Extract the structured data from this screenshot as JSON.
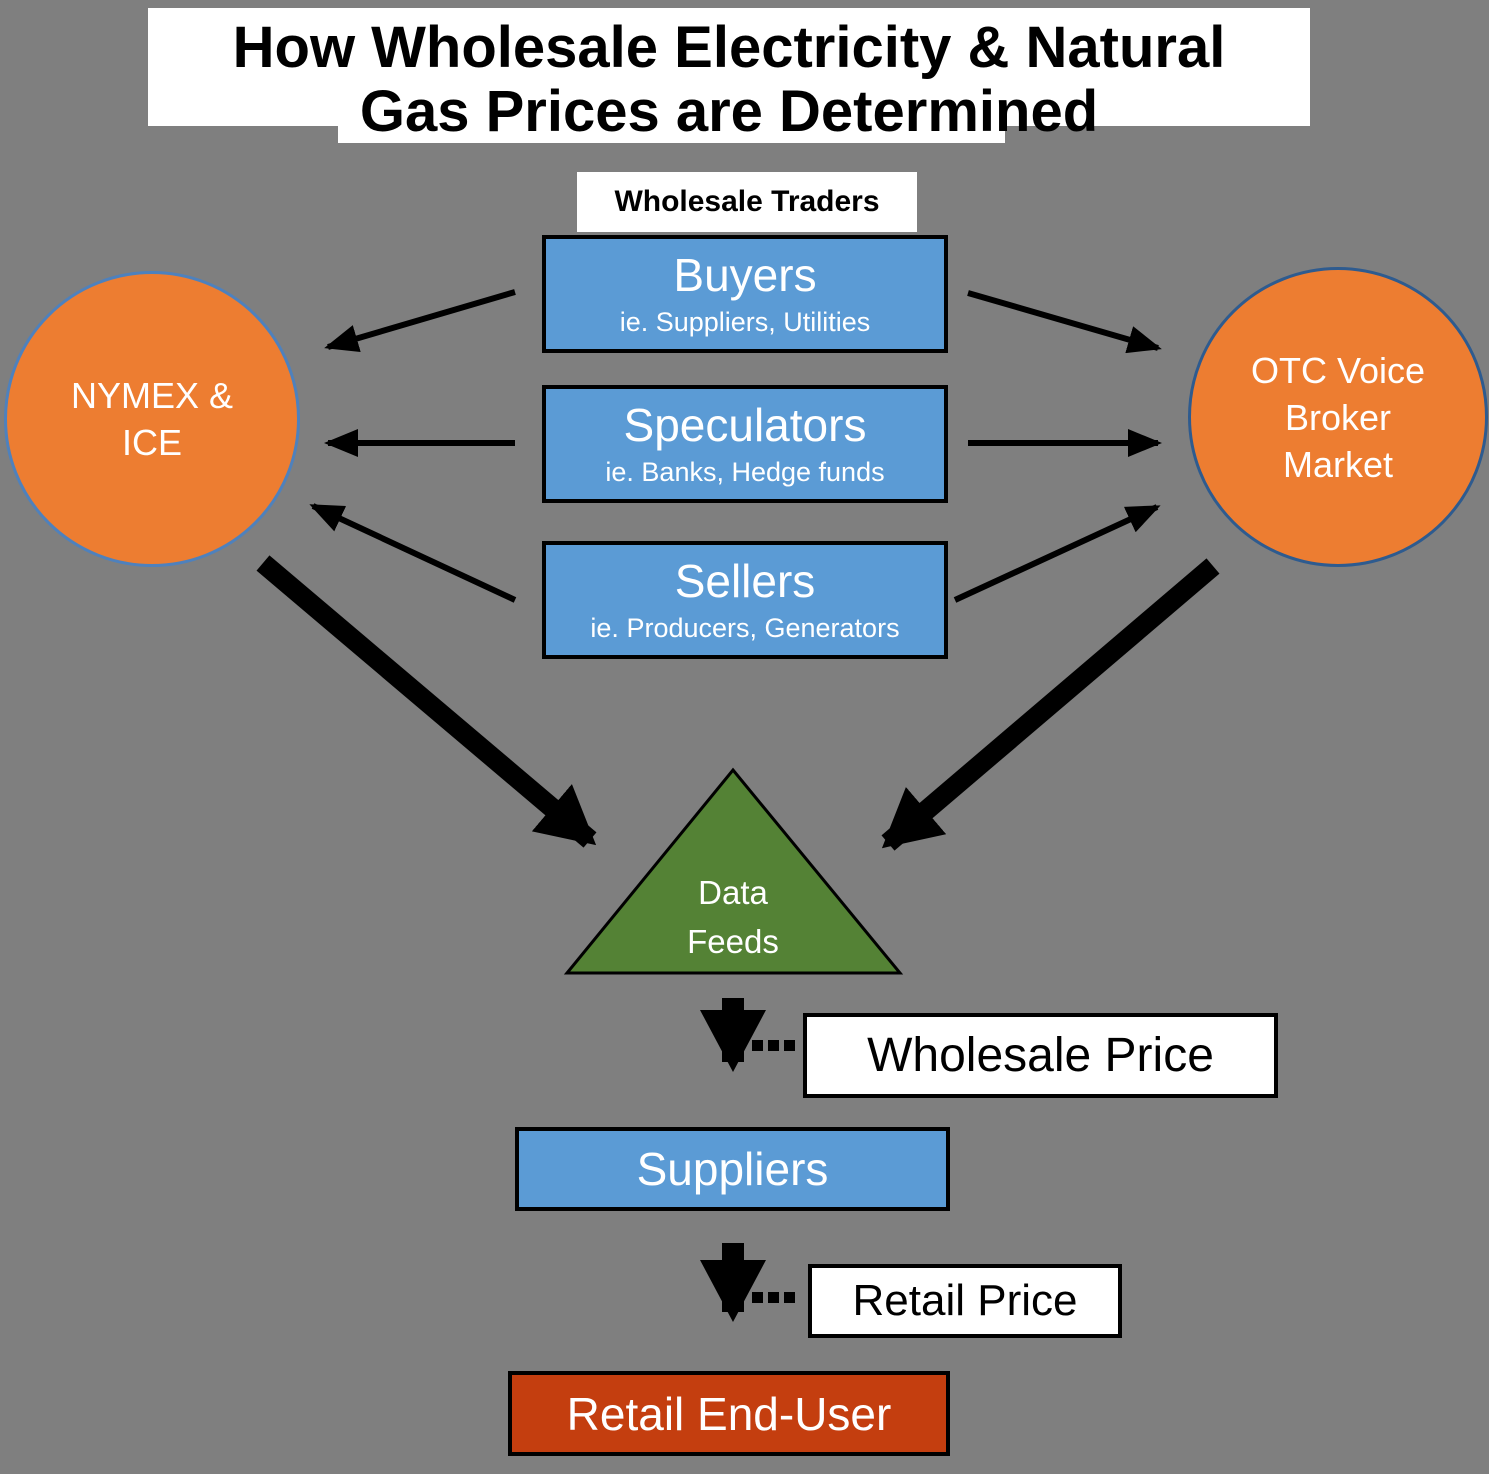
{
  "title": {
    "line1": "How Wholesale Electricity & Natural",
    "line2": "Gas Prices are Determined"
  },
  "traders": {
    "label": "Wholesale Traders"
  },
  "trader_boxes": {
    "buyers": {
      "title": "Buyers",
      "subtitle": "ie. Suppliers, Utilities"
    },
    "speculators": {
      "title": "Speculators",
      "subtitle": "ie. Banks, Hedge funds"
    },
    "sellers": {
      "title": "Sellers",
      "subtitle": "ie. Producers, Generators"
    }
  },
  "markets": {
    "nymex_ice": {
      "line1": "NYMEX &",
      "line2": "ICE"
    },
    "otc": {
      "line1": "OTC Voice",
      "line2": "Broker",
      "line3": "Market"
    }
  },
  "data_feeds": {
    "line1": "Data",
    "line2": "Feeds"
  },
  "flow": {
    "wholesale_price": "Wholesale Price",
    "suppliers": "Suppliers",
    "retail_price": "Retail Price",
    "retail_end_user": "Retail End-User"
  },
  "colors": {
    "background": "#7F7F7F",
    "panel_white": "#FFFFFF",
    "box_blue": "#5B9BD5",
    "circle_orange": "#ED7D31",
    "circle_border_left": "#4E81BD",
    "circle_border_right": "#2E5B8F",
    "triangle_green": "#548235",
    "end_user_red": "#C43E0F",
    "arrow_black": "#000000"
  }
}
